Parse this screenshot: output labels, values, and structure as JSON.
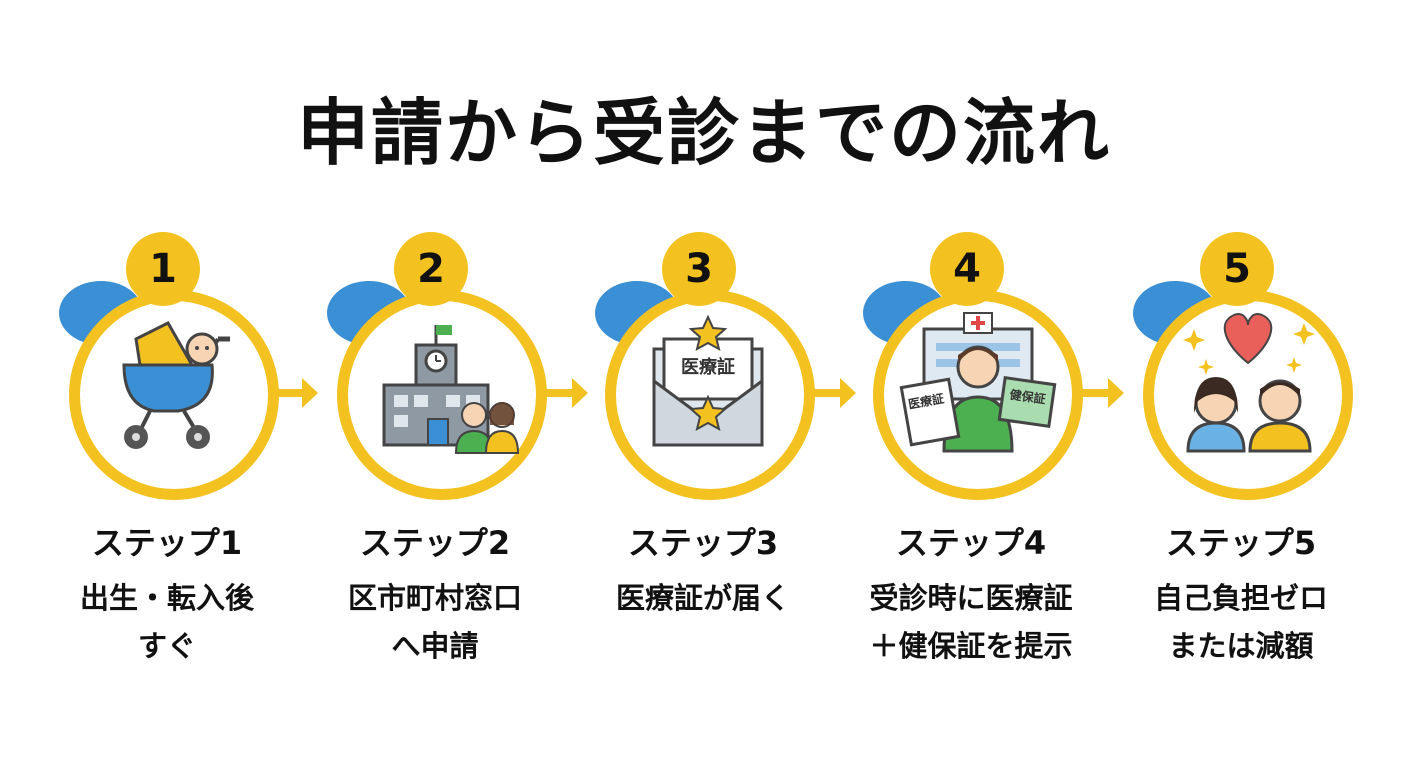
{
  "title": "申請から受診までの流れ",
  "steps": [
    {
      "number": "1",
      "label": "ステップ1",
      "description": "出生・転入後\nすぐ",
      "icon": "baby-stroller-icon"
    },
    {
      "number": "2",
      "label": "ステップ2",
      "description": "区市町村窓口\nへ申請",
      "icon": "city-office-icon"
    },
    {
      "number": "3",
      "label": "ステップ3",
      "description": "医療証が届く",
      "icon": "envelope-certificate-icon",
      "card_text": "医療証"
    },
    {
      "number": "4",
      "label": "ステップ4",
      "description": "受診時に医療証\n＋健保証を提示",
      "icon": "present-cards-icon",
      "card_left": "医療証",
      "card_right": "健保証"
    },
    {
      "number": "5",
      "label": "ステップ5",
      "description": "自己負担ゼロ\nまたは減額",
      "icon": "happy-family-icon"
    }
  ],
  "colors": {
    "accent": "#f4c220",
    "blob": "#3b8fd4",
    "text": "#111111"
  }
}
